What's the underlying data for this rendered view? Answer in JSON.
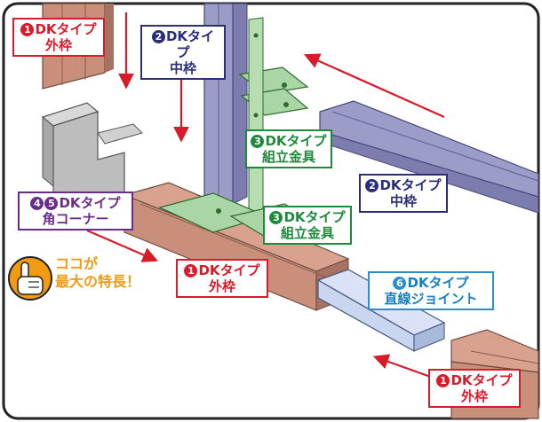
{
  "labels": {
    "outer_frame_top": {
      "num": "1",
      "line1": "DKタイプ",
      "line2": "外枠"
    },
    "middle_frame_top": {
      "num": "2",
      "line1": "DKタイプ",
      "line2": "中枠"
    },
    "bracket_upper": {
      "num": "3",
      "line1": "DKタイプ",
      "line2": "組立金具"
    },
    "middle_frame_right": {
      "num": "2",
      "line1": "DKタイプ",
      "line2": "中枠"
    },
    "corner": {
      "num1": "4",
      "num2": "5",
      "line1": "DKタイプ",
      "line2": "角コーナー"
    },
    "bracket_lower": {
      "num": "3",
      "line1": "DKタイプ",
      "line2": "組立金具"
    },
    "outer_frame_center": {
      "num": "1",
      "line1": "DKタイプ",
      "line2": "外枠"
    },
    "straight_joint": {
      "num": "6",
      "line1": "DKタイプ",
      "line2": "直線ジョイント"
    },
    "outer_frame_bottom": {
      "num": "1",
      "line1": "DKタイプ",
      "line2": "外枠"
    }
  },
  "callout": {
    "line1": "ココが",
    "line2": "最大の特長！"
  },
  "icons": [
    "pointing-hand-icon",
    "down-arrow-icon",
    "right-arrow-icon",
    "left-arrow-icon"
  ],
  "colors": {
    "outer_frame": "#c98f7a",
    "middle_frame": "#9c9cc8",
    "bracket": "#a9d6a4",
    "corner": "#bdbdbd",
    "joint": "#c9d6ef",
    "arrow": "#d81b2a",
    "callout": "#f19a12"
  }
}
